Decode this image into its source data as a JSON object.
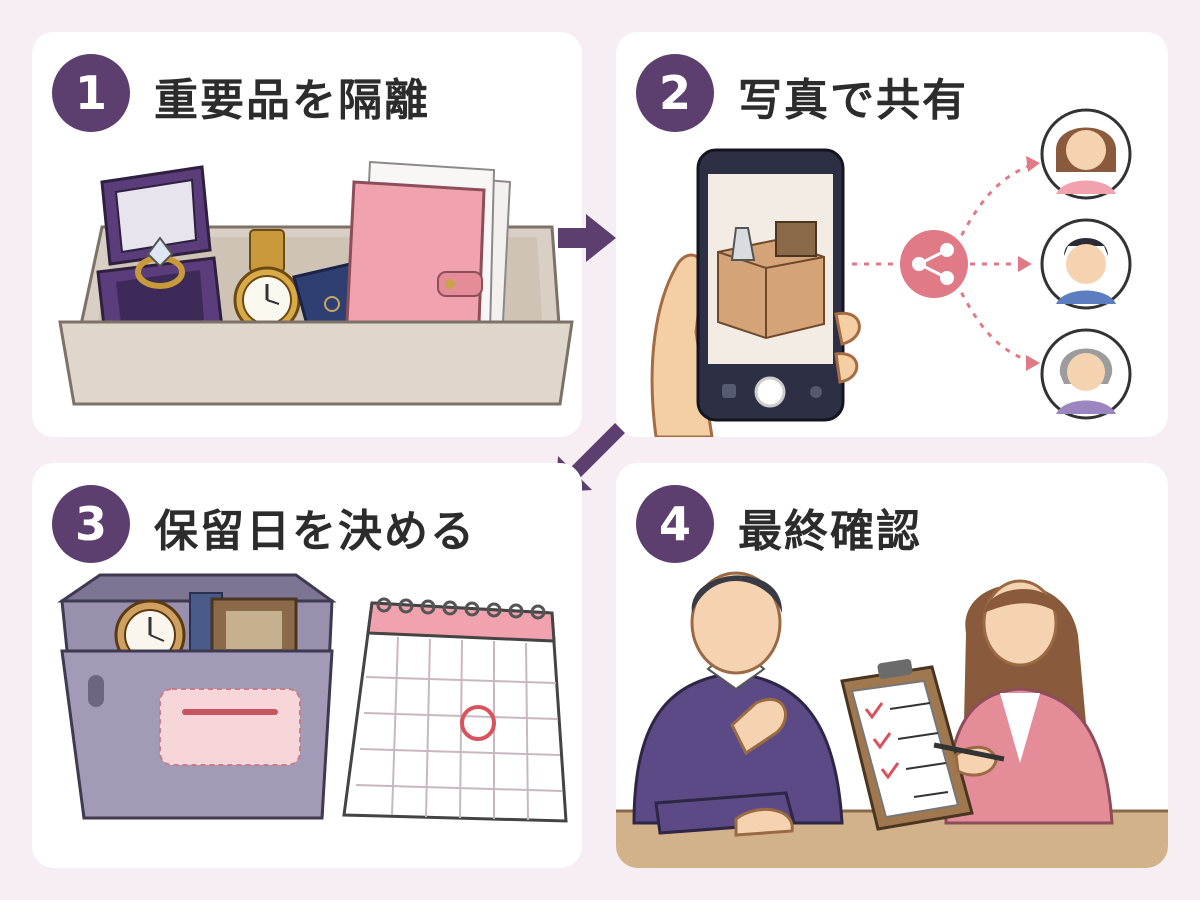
{
  "steps": [
    {
      "number": "1",
      "title": "重要品を隔離"
    },
    {
      "number": "2",
      "title": "写真で共有"
    },
    {
      "number": "3",
      "title": "保留日を決める"
    },
    {
      "number": "4",
      "title": "最終確認"
    }
  ],
  "colors": {
    "accent": "#5c3f6e",
    "share": "#e07a86",
    "background": "#f6eef3",
    "panel": "#ffffff"
  }
}
